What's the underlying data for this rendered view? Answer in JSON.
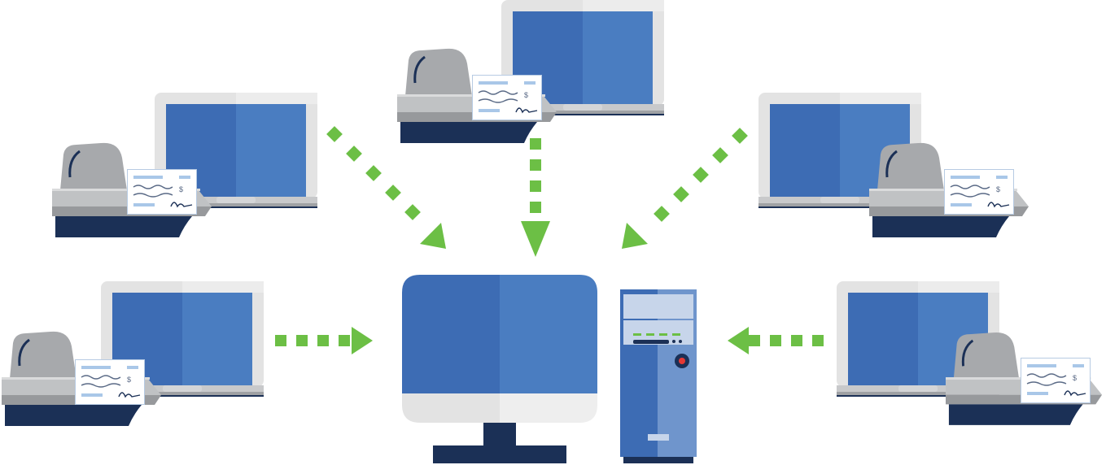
{
  "diagram": {
    "colors": {
      "screen_dark": "#3d6cb4",
      "screen_light": "#4a7dc1",
      "frame": "#e3e3e3",
      "base": "#bdbfc1",
      "scanner_gray": "#a7a9ac",
      "scanner_dark": "#1b3056",
      "arrow": "#6cbf45",
      "check_line": "#a9c7e8"
    },
    "icons": [
      "laptop-icon",
      "check-scanner-icon",
      "check-icon",
      "desktop-monitor-icon",
      "tower-server-icon",
      "arrow-icon"
    ],
    "workstations": [
      {
        "name": "workstation-top-center"
      },
      {
        "name": "workstation-top-left"
      },
      {
        "name": "workstation-top-right"
      },
      {
        "name": "workstation-bottom-left"
      },
      {
        "name": "workstation-bottom-right"
      }
    ]
  }
}
